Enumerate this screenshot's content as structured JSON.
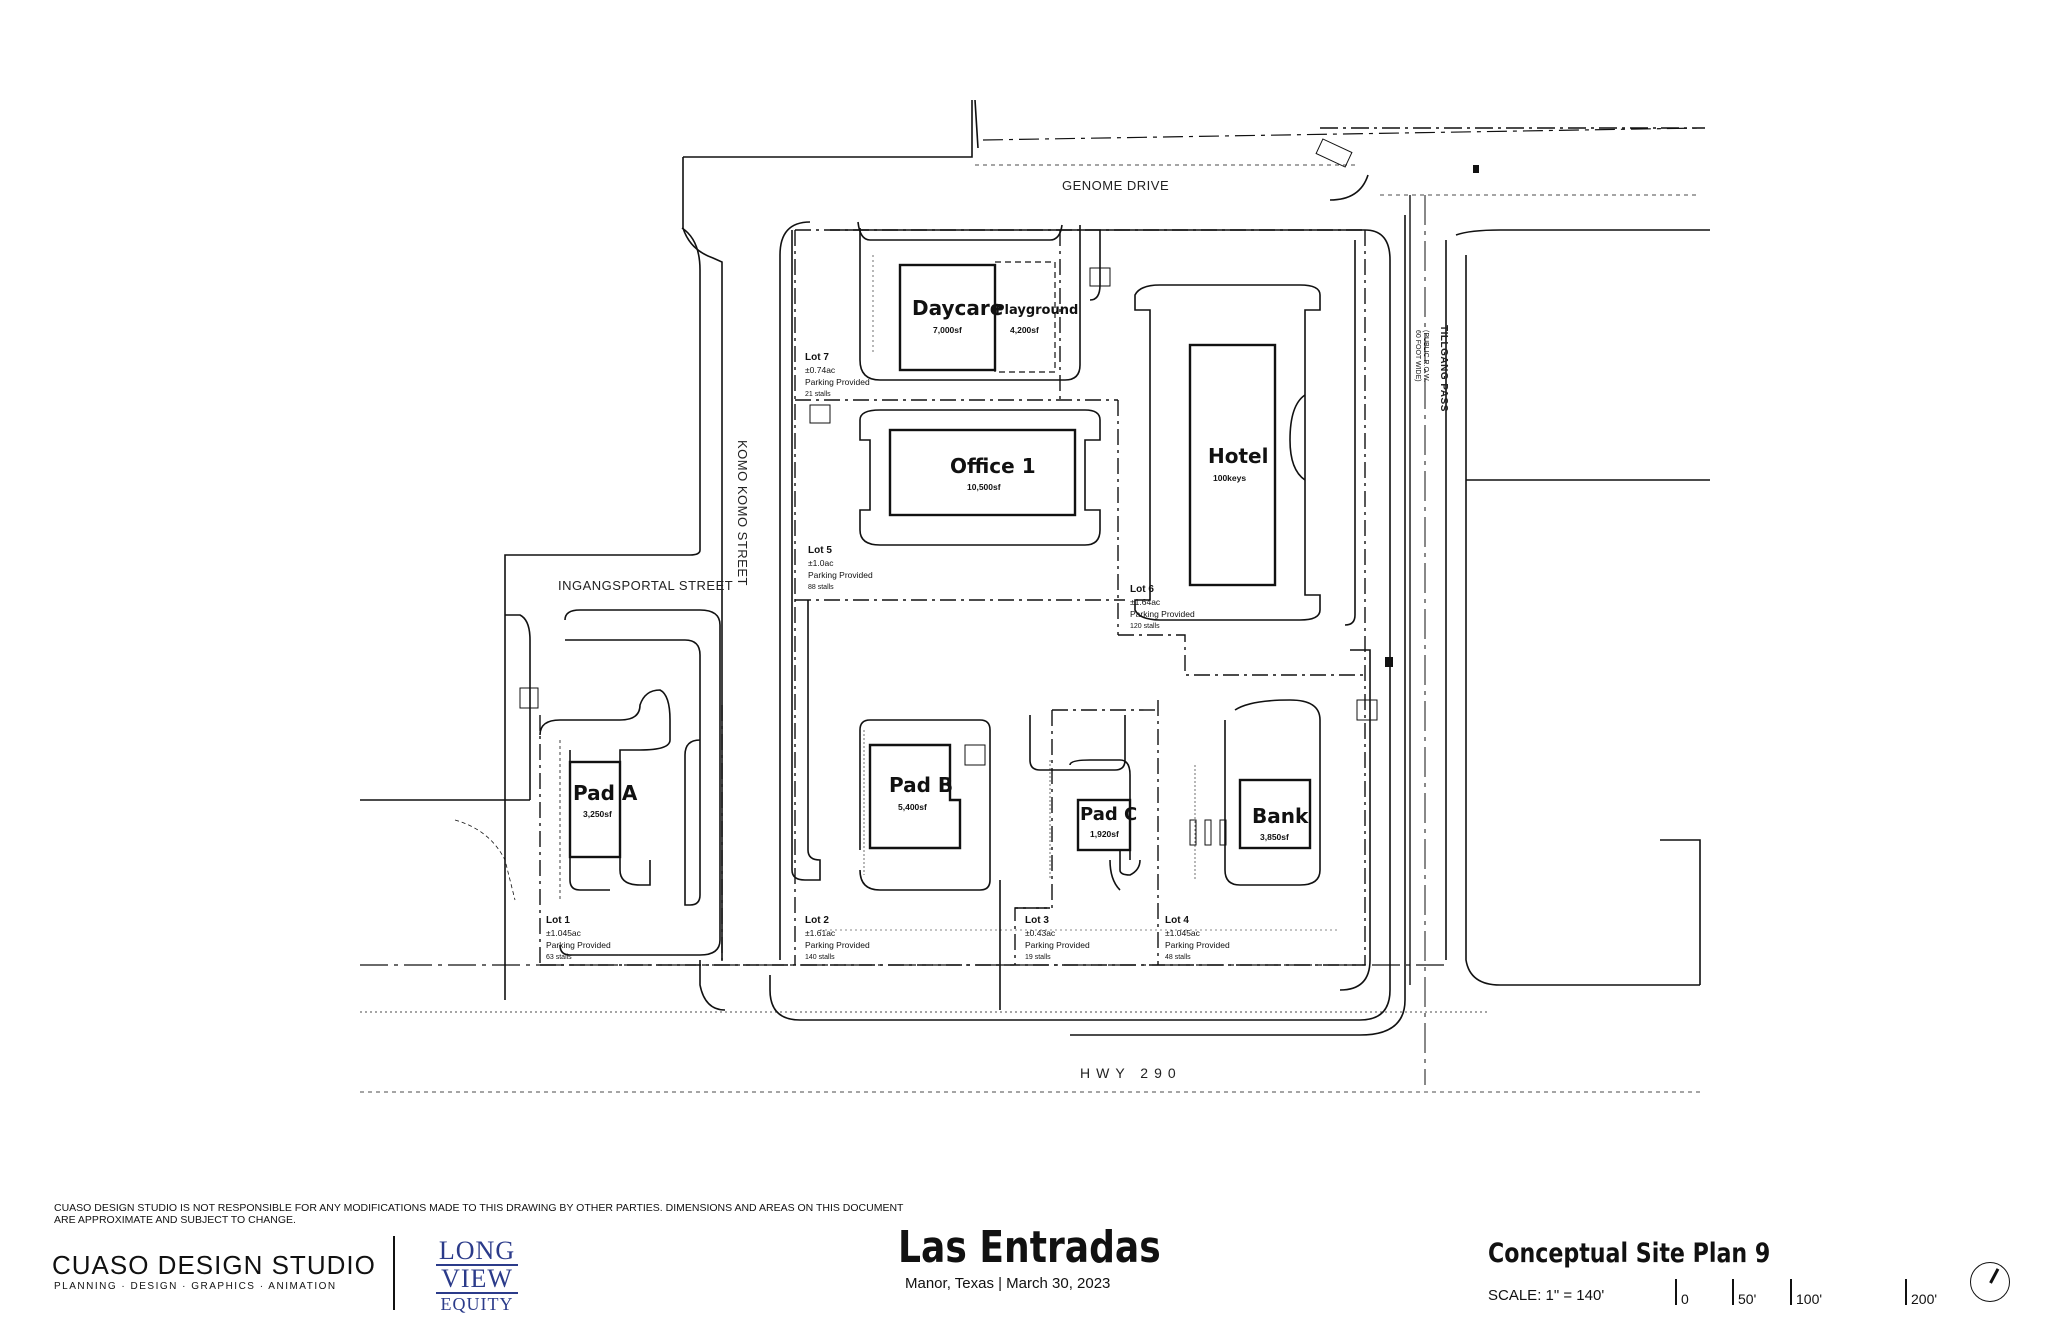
{
  "streets": {
    "genome": "GENOME DRIVE",
    "komo": "KOMO KOMO STREET",
    "ingang": "INGANGSPORTAL STREET",
    "tillgang": "TILLGANG PASS",
    "tillgang_note1": "(PUBLIC R.O.W.",
    "tillgang_note2": "60 FOOT WIDE)",
    "hwy": "HWY 290"
  },
  "buildings": {
    "daycare": {
      "name": "Daycare",
      "area": "7,000sf"
    },
    "playground": {
      "name": "Playground",
      "area": "4,200sf"
    },
    "office1": {
      "name": "Office 1",
      "area": "10,500sf"
    },
    "hotel": {
      "name": "Hotel",
      "area": "100keys"
    },
    "padA": {
      "name": "Pad A",
      "area": "3,250sf"
    },
    "padB": {
      "name": "Pad B",
      "area": "5,400sf"
    },
    "padC": {
      "name": "Pad C",
      "area": "1,920sf"
    },
    "bank": {
      "name": "Bank",
      "area": "3,850sf"
    }
  },
  "lots": {
    "lot7": {
      "name": "Lot 7",
      "acres": "±0.74ac",
      "parking": "Parking Provided",
      "stalls": "21 stalls"
    },
    "lot5": {
      "name": "Lot 5",
      "acres": "±1.0ac",
      "parking": "Parking Provided",
      "stalls": "88 stalls"
    },
    "lot6": {
      "name": "Lot 6",
      "acres": "±1.64ac",
      "parking": "Parking Provided",
      "stalls": "120 stalls"
    },
    "lot1": {
      "name": "Lot 1",
      "acres": "±1.045ac",
      "parking": "Parking Provided",
      "stalls": "63 stalls"
    },
    "lot2": {
      "name": "Lot 2",
      "acres": "±1.61ac",
      "parking": "Parking Provided",
      "stalls": "140 stalls"
    },
    "lot3": {
      "name": "Lot 3",
      "acres": "±0.43ac",
      "parking": "Parking Provided",
      "stalls": "19 stalls"
    },
    "lot4": {
      "name": "Lot 4",
      "acres": "±1.045ac",
      "parking": "Parking Provided",
      "stalls": "48 stalls"
    }
  },
  "footer": {
    "disclaimer": "CUASO DESIGN STUDIO IS NOT RESPONSIBLE FOR ANY MODIFICATIONS MADE TO THIS DRAWING BY OTHER PARTIES. DIMENSIONS AND AREAS ON THIS DOCUMENT ARE APPROXIMATE AND SUBJECT TO CHANGE.",
    "studio": "CUASO DESIGN STUDIO",
    "studio_tag": "PLANNING · DESIGN · GRAPHICS · ANIMATION",
    "logo": {
      "line1": "LONG",
      "line2": "VIEW",
      "line3": "EQUITY"
    },
    "project_title": "Las Entradas",
    "project_subtitle": "Manor, Texas | March 30, 2023",
    "plan_title": "Conceptual Site Plan 9",
    "scale": "SCALE: 1\" = 140'",
    "scale_marks": [
      "0",
      "50'",
      "100'",
      "200'"
    ]
  }
}
